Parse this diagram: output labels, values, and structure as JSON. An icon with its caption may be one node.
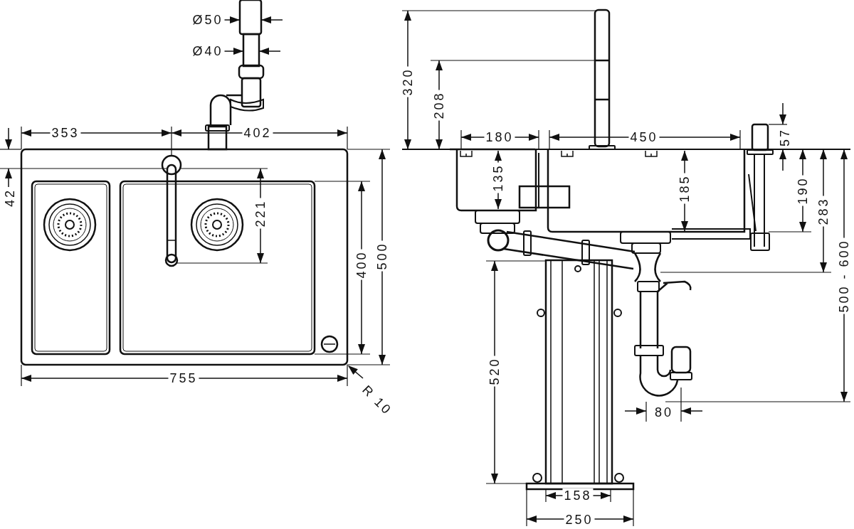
{
  "diagram": {
    "labels": [
      "Ø50",
      "Ø40",
      "353",
      "402",
      "42",
      "221",
      "400",
      "500",
      "755",
      "R 10",
      "320",
      "208",
      "180",
      "450",
      "57",
      "135",
      "185",
      "190",
      "283",
      "500 - 600",
      "520",
      "80",
      "158",
      "250"
    ]
  }
}
